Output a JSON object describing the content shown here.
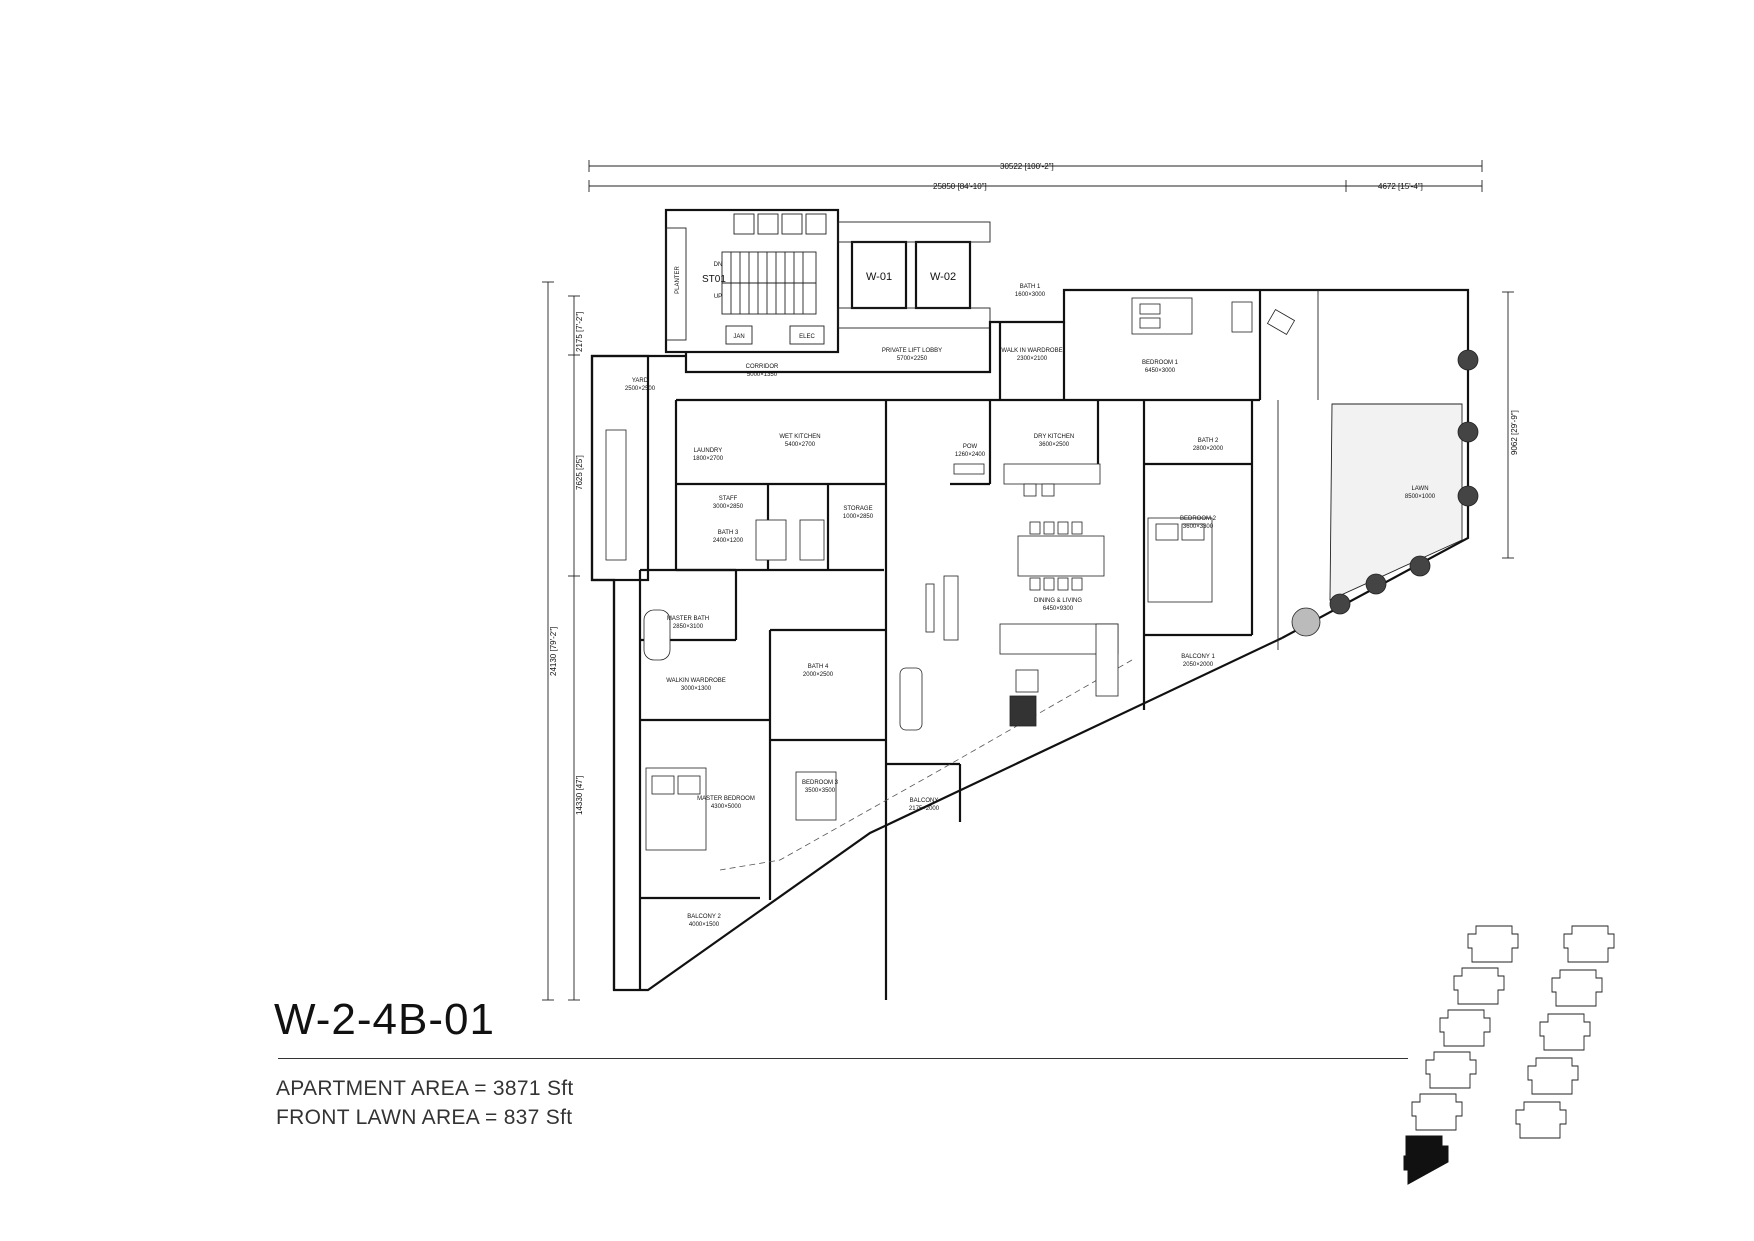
{
  "unit": {
    "title": "W-2-4B-01",
    "apartment_area": "APARTMENT AREA = 3871 Sft",
    "front_lawn_area": "FRONT LAWN AREA = 837 Sft"
  },
  "dimensions": {
    "overall_width": "30522 [100'-2\"]",
    "width_left": "25850 [84'-10\"]",
    "width_right": "4672 [15'-4\"]",
    "left_total": "24130 [79'-2\"]",
    "left_top": "2175 [7'-2\"]",
    "left_mid": "7625 [25']",
    "left_bottom": "14330 [47']",
    "right_lawn": "9062 [29'-9\"]"
  },
  "core": {
    "stair_label": "ST01",
    "stair_dn": "DN",
    "stair_up": "UP",
    "planter": "PLANTER",
    "lift_1": "W-01",
    "lift_2": "W-02",
    "jan": "JAN",
    "elec": "ELEC"
  },
  "rooms": {
    "yard": {
      "name": "YARD",
      "size": "2500×2500"
    },
    "corridor": {
      "name": "CORRIDOR",
      "size": "5000×1350"
    },
    "private_lift_lobby": {
      "name": "PRIVATE LIFT LOBBY",
      "size": "5700×2250"
    },
    "bath_1": {
      "name": "BATH 1",
      "size": "1600×3000"
    },
    "walkin_wardrobe": {
      "name": "WALK IN WARDROBE",
      "size": "2300×2100"
    },
    "bedroom_1": {
      "name": "BEDROOM 1",
      "size": "6450×3000"
    },
    "laundry": {
      "name": "LAUNDRY",
      "size": "1800×2700"
    },
    "wet_kitchen": {
      "name": "WET KITCHEN",
      "size": "5400×2700"
    },
    "powder": {
      "name": "POW",
      "size": "1260×2400"
    },
    "dry_kitchen": {
      "name": "DRY KITCHEN",
      "size": "3600×2500"
    },
    "bath_2": {
      "name": "BATH 2",
      "size": "2800×2000"
    },
    "lawn": {
      "name": "LAWN",
      "size": "8500×1000"
    },
    "staff": {
      "name": "STAFF",
      "size": "3000×2850"
    },
    "bath_3": {
      "name": "BATH 3",
      "size": "2400×1200"
    },
    "storage": {
      "name": "STORAGE",
      "size": "1000×2850"
    },
    "bedroom_2": {
      "name": "BEDROOM 2",
      "size": "3600×3300"
    },
    "master_bath": {
      "name": "MASTER BATH",
      "size": "2850×3100"
    },
    "dining_living": {
      "name": "DINING & LIVING",
      "size": "6450×9300"
    },
    "balcony_1": {
      "name": "BALCONY 1",
      "size": "2050×2000"
    },
    "walkin_wardrobe_2": {
      "name": "WALKIN WARDROBE",
      "size": "3000×1300"
    },
    "bath_4": {
      "name": "BATH 4",
      "size": "2000×2500"
    },
    "master_bedroom": {
      "name": "MASTER BEDROOM",
      "size": "4300×5000"
    },
    "bedroom_3": {
      "name": "BEDROOM 3",
      "size": "3500×3500"
    },
    "balcony_3": {
      "name": "BALCONY",
      "size": "2175×2000"
    },
    "balcony_2": {
      "name": "BALCONY 2",
      "size": "4000×1500"
    }
  },
  "colors": {
    "line": "#111111",
    "highlight": "#111111",
    "background": "#ffffff"
  }
}
